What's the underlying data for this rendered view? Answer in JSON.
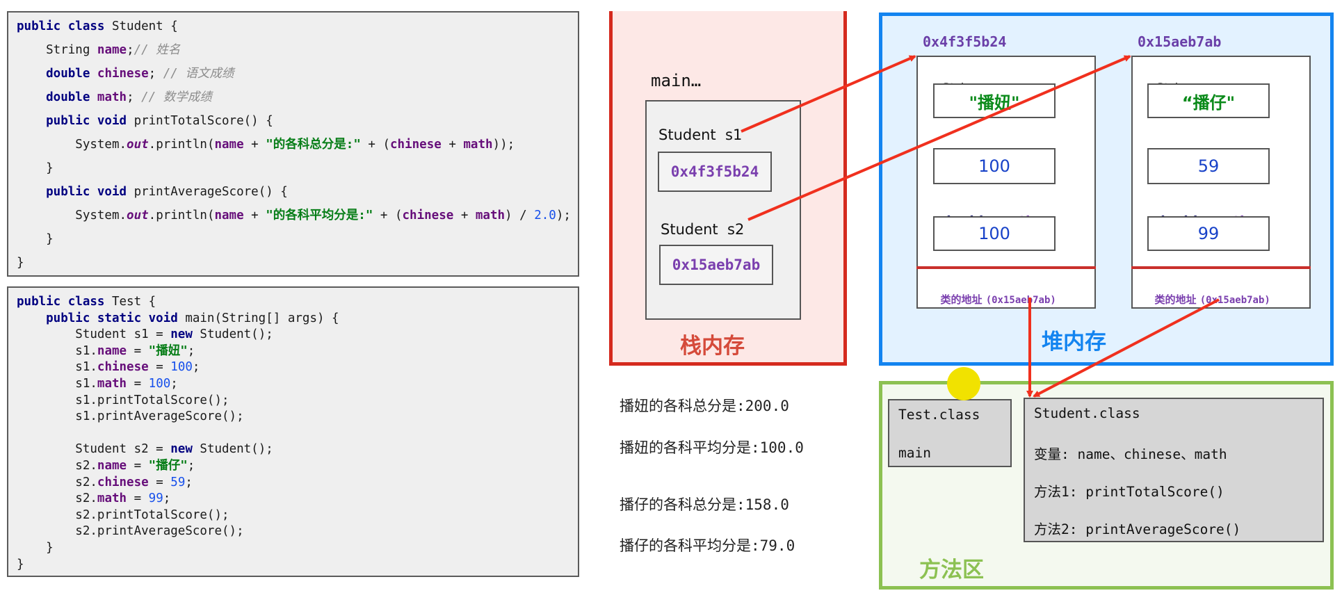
{
  "student_class_code": {
    "lines": [
      [
        [
          "kw",
          "public class "
        ],
        [
          "",
          "Student {"
        ]
      ],
      [
        [
          "",
          "    String "
        ],
        [
          "field",
          "name"
        ],
        [
          "",
          ";"
        ],
        [
          "cmt",
          "// 姓名"
        ]
      ],
      [
        [
          "kw",
          "    double "
        ],
        [
          "field",
          "chinese"
        ],
        [
          "",
          "; "
        ],
        [
          "cmt",
          "// 语文成绩"
        ]
      ],
      [
        [
          "kw",
          "    double "
        ],
        [
          "field",
          "math"
        ],
        [
          "",
          "; "
        ],
        [
          "cmt",
          "// 数学成绩"
        ]
      ],
      [
        [
          "kw",
          "    public void "
        ],
        [
          "",
          "printTotalScore() {"
        ]
      ],
      [
        [
          "",
          "        System."
        ],
        [
          "st",
          "out"
        ],
        [
          "",
          ".println("
        ],
        [
          "field",
          "name"
        ],
        [
          "",
          " + "
        ],
        [
          "str",
          "\"的各科总分是:\""
        ],
        [
          "",
          " + ("
        ],
        [
          "field",
          "chinese"
        ],
        [
          "",
          " + "
        ],
        [
          "field",
          "math"
        ],
        [
          "",
          "));"
        ]
      ],
      [
        [
          "",
          "    }"
        ]
      ],
      [
        [
          "kw",
          "    public void "
        ],
        [
          "",
          "printAverageScore() {"
        ]
      ],
      [
        [
          "",
          "        System."
        ],
        [
          "st",
          "out"
        ],
        [
          "",
          ".println("
        ],
        [
          "field",
          "name"
        ],
        [
          "",
          " + "
        ],
        [
          "str",
          "\"的各科平均分是:\""
        ],
        [
          "",
          " + ("
        ],
        [
          "field",
          "chinese"
        ],
        [
          "",
          " + "
        ],
        [
          "field",
          "math"
        ],
        [
          "",
          ") / "
        ],
        [
          "num",
          "2.0"
        ],
        [
          "",
          ");"
        ]
      ],
      [
        [
          "",
          "    }"
        ]
      ],
      [
        [
          "",
          "}"
        ]
      ]
    ]
  },
  "test_class_code": {
    "lines": [
      [
        [
          "kw",
          "public class "
        ],
        [
          "",
          "Test {"
        ]
      ],
      [
        [
          "kw",
          "    public static void "
        ],
        [
          "",
          "main(String[] args) {"
        ]
      ],
      [
        [
          "",
          "        Student s1 = "
        ],
        [
          "kw",
          "new "
        ],
        [
          "",
          "Student();"
        ]
      ],
      [
        [
          "",
          "        s1."
        ],
        [
          "field",
          "name"
        ],
        [
          "",
          " = "
        ],
        [
          "str",
          "\"播妞\""
        ],
        [
          "",
          ";"
        ]
      ],
      [
        [
          "",
          "        s1."
        ],
        [
          "field",
          "chinese"
        ],
        [
          "",
          " = "
        ],
        [
          "num",
          "100"
        ],
        [
          "",
          ";"
        ]
      ],
      [
        [
          "",
          "        s1."
        ],
        [
          "field",
          "math"
        ],
        [
          "",
          " = "
        ],
        [
          "num",
          "100"
        ],
        [
          "",
          ";"
        ]
      ],
      [
        [
          "",
          "        s1.printTotalScore();"
        ]
      ],
      [
        [
          "",
          "        s1.printAverageScore();"
        ]
      ],
      [
        [
          "",
          ""
        ]
      ],
      [
        [
          "",
          "        Student s2 = "
        ],
        [
          "kw",
          "new "
        ],
        [
          "",
          "Student();"
        ]
      ],
      [
        [
          "",
          "        s2."
        ],
        [
          "field",
          "name"
        ],
        [
          "",
          " = "
        ],
        [
          "str",
          "\"播仔\""
        ],
        [
          "",
          ";"
        ]
      ],
      [
        [
          "",
          "        s2."
        ],
        [
          "field",
          "chinese"
        ],
        [
          "",
          " = "
        ],
        [
          "num",
          "59"
        ],
        [
          "",
          ";"
        ]
      ],
      [
        [
          "",
          "        s2."
        ],
        [
          "field",
          "math"
        ],
        [
          "",
          " = "
        ],
        [
          "num",
          "99"
        ],
        [
          "",
          ";"
        ]
      ],
      [
        [
          "",
          "        s2.printTotalScore();"
        ]
      ],
      [
        [
          "",
          "        s2.printAverageScore();"
        ]
      ],
      [
        [
          "",
          "    }"
        ]
      ],
      [
        [
          "",
          "}"
        ]
      ]
    ]
  },
  "stack": {
    "title": "栈内存",
    "frame_label": "main…",
    "var1_label": "Student  s1",
    "var1_value": "0x4f3f5b24",
    "var2_label": "Student  s2",
    "var2_value": "0x15aeb7ab"
  },
  "heap": {
    "title": "堆内存",
    "objects": [
      {
        "address": "0x4f3f5b24",
        "name_type": "String",
        "name_field": "name",
        "name_value": "\"播妞\"",
        "chinese_type": "double",
        "chinese_field": "chinese",
        "chinese_value": "100",
        "math_type": "double",
        "math_field": "math",
        "math_value": "100",
        "class_addr_label": "类的地址",
        "class_addr_value": "(0x15aeb7ab)"
      },
      {
        "address": "0x15aeb7ab",
        "name_type": "String",
        "name_field": "name",
        "name_value": "“播仔\"",
        "chinese_type": "double",
        "chinese_field": "chinese",
        "chinese_value": "59",
        "math_type": "double",
        "math_field": "math",
        "math_value": "99",
        "class_addr_label": "类的地址",
        "class_addr_value": "(0x15aeb7ab)"
      }
    ]
  },
  "method_area": {
    "title": "方法区",
    "test_class": {
      "name": "Test.class",
      "method": "main"
    },
    "student_class": {
      "name": "Student.class",
      "vars": "变量: name、chinese、math",
      "method1": "方法1: printTotalScore()",
      "method2": "方法2: printAverageScore()"
    }
  },
  "output": {
    "line1": "播妞的各科总分是:200.0",
    "line2": "播妞的各科平均分是:100.0",
    "line3": "播仔的各科总分是:158.0",
    "line4": "播仔的各科平均分是:79.0"
  },
  "colors": {
    "stack_border": "#d52a1e",
    "stack_fill": "#fde8e6",
    "heap_border": "#1384f0",
    "heap_fill": "#e3f2ff",
    "method_border": "#8cc152",
    "arrow": "#f0301e",
    "highlight_dot": "#f1e200"
  }
}
